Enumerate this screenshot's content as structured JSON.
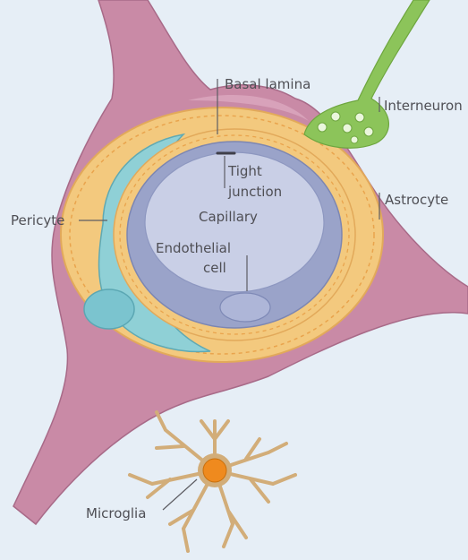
{
  "diagram": {
    "labels": {
      "basal_lamina": "Basal lamina",
      "interneuron": "Interneuron",
      "tight_junction_line1": "Tight",
      "tight_junction_line2": "junction",
      "capillary": "Capillary",
      "astrocyte": "Astrocyte",
      "pericyte": "Pericyte",
      "endothelial_line1": "Endothelial",
      "endothelial_line2": "cell",
      "microglia": "Microglia"
    },
    "colors": {
      "background": "#e6eef6",
      "astrocyte": "#c98aa6",
      "basal_lamina": "#f3c97e",
      "pericyte": "#8fd0d6",
      "endothelial": "#9aa3c9",
      "capillary_lumen": "#c9cfe6",
      "interneuron": "#8cc45a",
      "microglia": "#d2ad79",
      "microglia_nucleus": "#ef8a1e"
    }
  }
}
